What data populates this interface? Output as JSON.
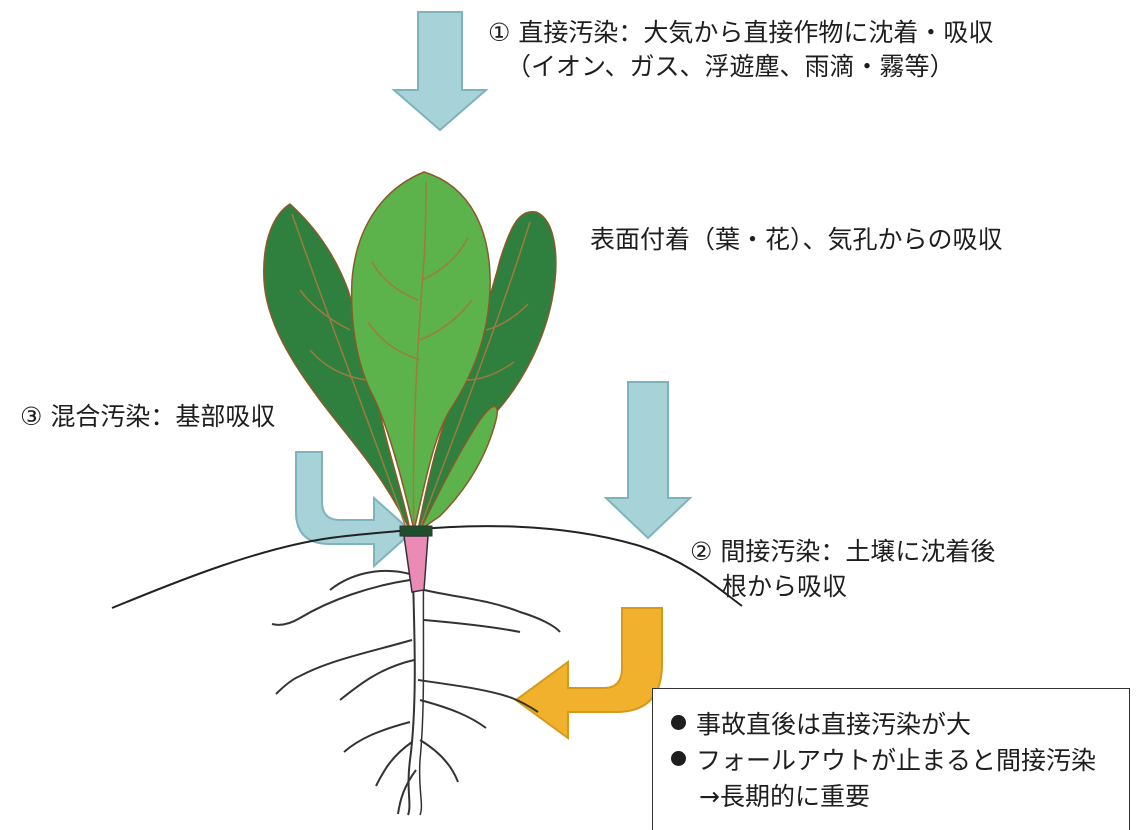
{
  "labels": {
    "direct_title": "① 直接汚染：大気から直接作物に沈着・吸収",
    "direct_detail": "（イオン、ガス、浮遊塵、雨滴・霧等）",
    "surface": "表面付着（葉・花）、気孔からの吸収",
    "mixed": "③ 混合汚染：基部吸収",
    "indirect_title": "② 間接汚染：土壌に沈着後",
    "indirect_detail": "根から吸収"
  },
  "note_box": {
    "item1": "事故直後は直接汚染が大",
    "item2": "フォールアウトが止まると間接汚染",
    "item2_cont": "→長期的に重要"
  },
  "colors": {
    "arrow_blue": "#a6d2d8",
    "arrow_blue_edge": "#7fb3bc",
    "arrow_orange": "#f1b12d",
    "leaf_dark": "#2f7f3e",
    "leaf_light": "#5cb34c",
    "stem_pink": "#e98bb4"
  }
}
